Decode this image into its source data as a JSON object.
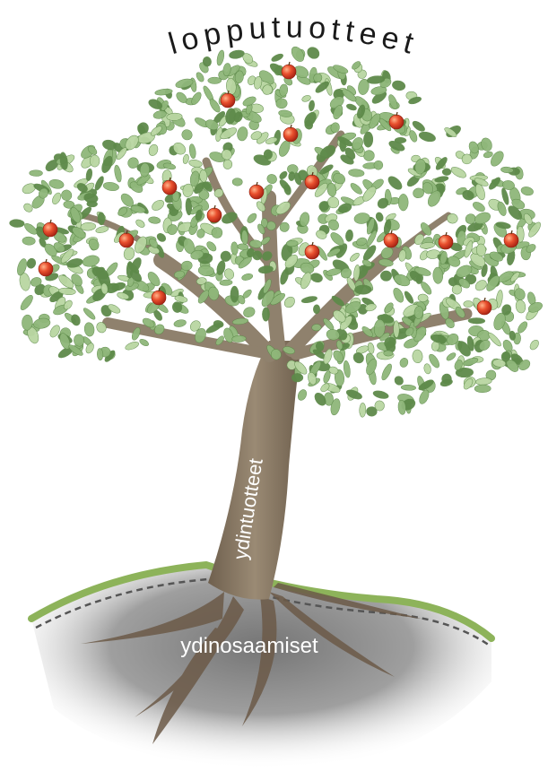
{
  "labels": {
    "crown": "lopputuotteet",
    "trunk": "ydintuotteet",
    "roots": "ydinosaamiset"
  },
  "icons": {
    "tree": "tree-icon",
    "apple": "apple-icon",
    "soil": "soil-icon"
  },
  "colors": {
    "foliage": "#8fb77a",
    "foliage_dark": "#5e8a4a",
    "foliage_light": "#b9d6a2",
    "trunk": "#8a7a66",
    "apple": "#e0452a",
    "grass_line": "#8db35a",
    "soil": "#7d7d7d",
    "label_dark": "#1a1a1a",
    "label_light": "#ffffff"
  }
}
